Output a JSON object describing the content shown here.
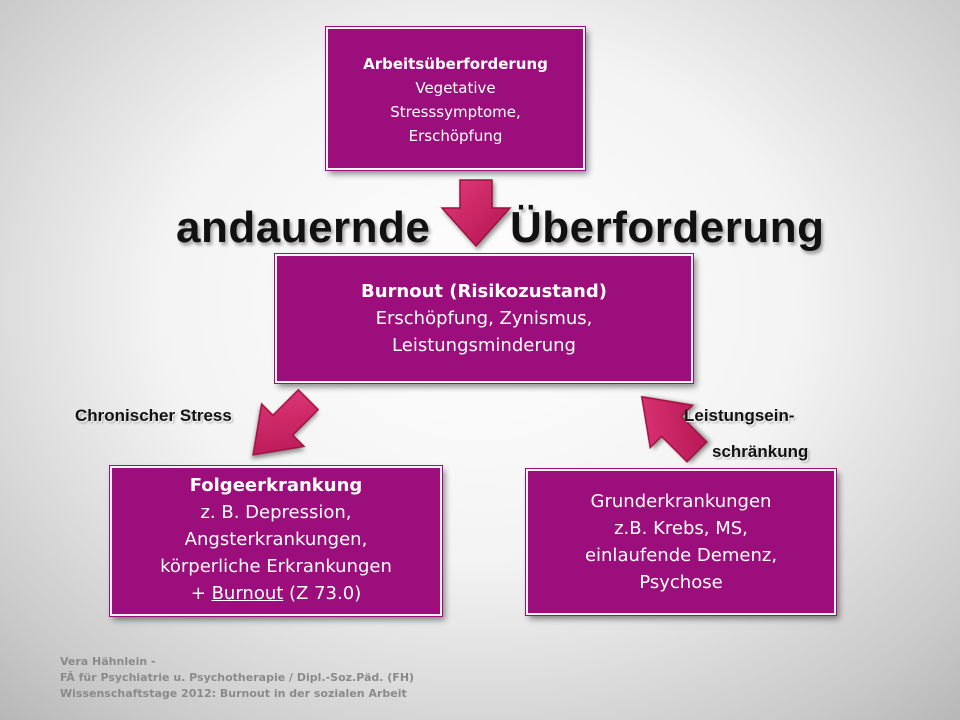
{
  "top_box": {
    "line1": "Arbeitsüberforderung",
    "line2": "Vegetative",
    "line3": "Stresssymptome,",
    "line4": "Erschöpfung"
  },
  "heading": {
    "left": "andauernde",
    "right": "Überforderung"
  },
  "middle_box": {
    "title": "Burnout (Risikozustand)",
    "line2": "Erschöpfung, Zynismus,",
    "line3": "Leistungsminderung"
  },
  "left_label": "Chronischer Stress",
  "right_label": {
    "line1": "Leistungsein-",
    "line2": "schränkung"
  },
  "left_box": {
    "title": "Folgeerkrankung",
    "line2": "z. B. Depression,",
    "line3": "Angsterkrankungen,",
    "line4": "körperliche Erkrankungen",
    "line5_prefix": "+ ",
    "line5_link": "Burnout",
    "line5_suffix": " (Z 73.0)"
  },
  "right_box": {
    "line1": "Grunderkrankungen",
    "line2": "z.B. Krebs, MS,",
    "line3": "einlaufende Demenz,",
    "line4": "Psychose"
  },
  "footer": {
    "line1": "Vera Hähnlein -",
    "line2": "FÄ für Psychiatrie u. Psychotherapie / Dipl.-Soz.Päd. (FH)",
    "line3": "Wissenschaftstage 2012: Burnout in der sozialen Arbeit"
  },
  "colors": {
    "box_fill": "#9c0e7c",
    "arrow_fill": "#c2185b",
    "background": "#f3f3f3"
  }
}
